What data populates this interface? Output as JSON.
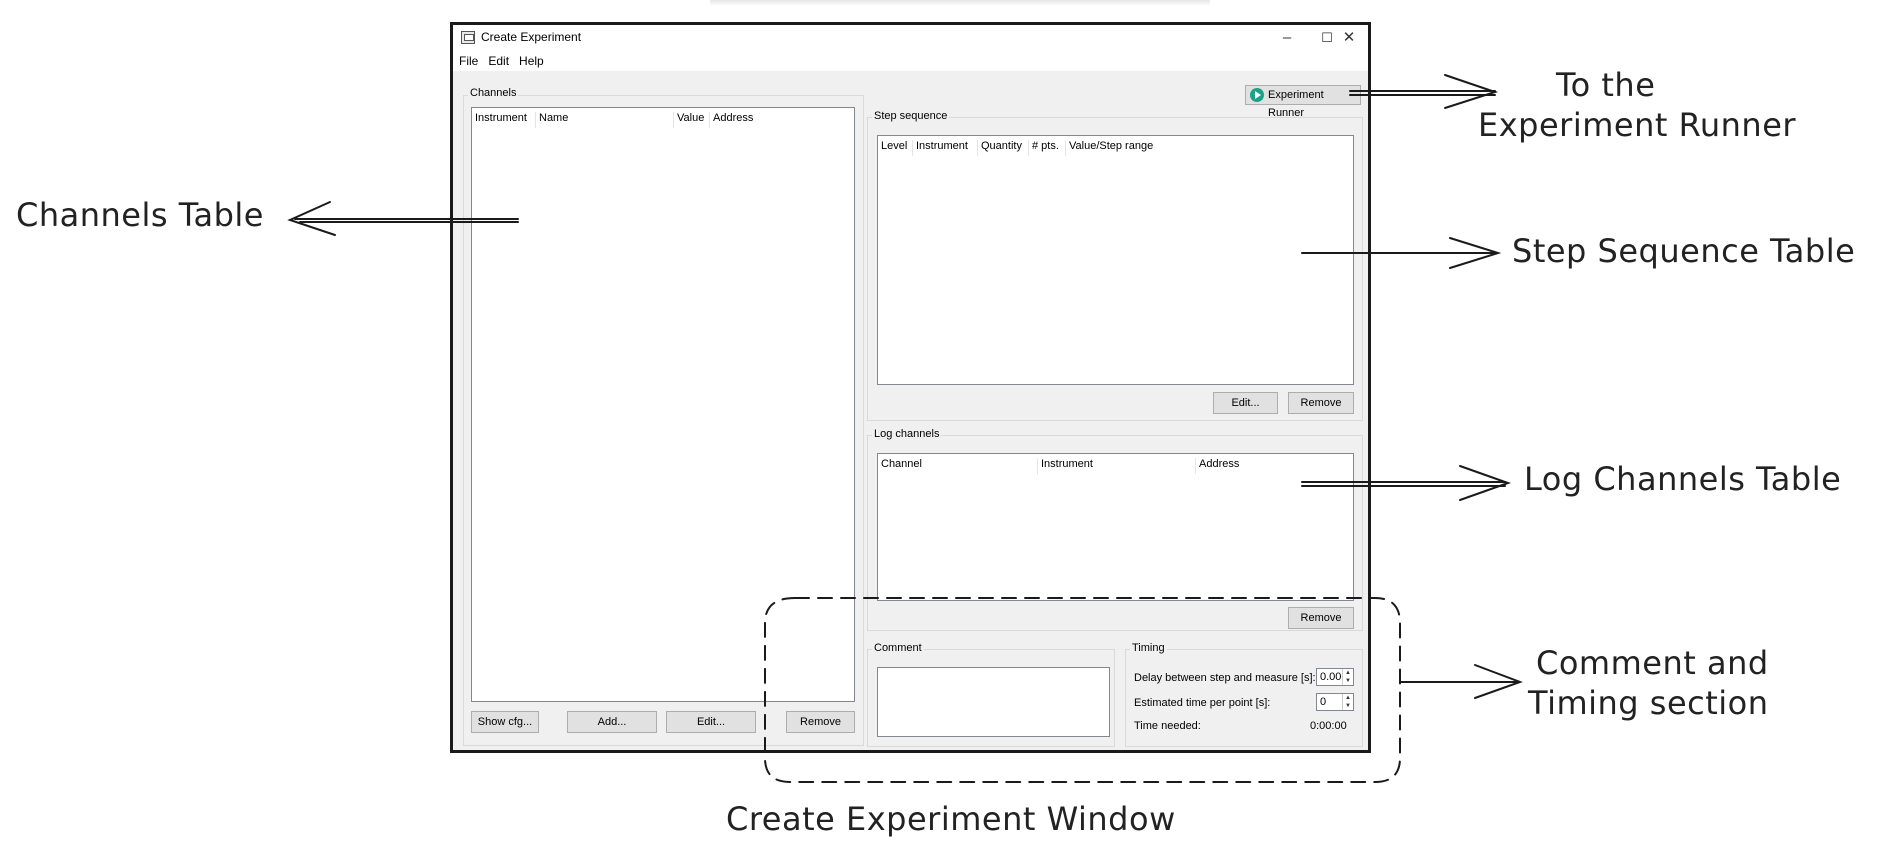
{
  "window": {
    "title": "Create Experiment",
    "controls": {
      "minimize": "–",
      "maximize": "☐",
      "close": "✕"
    }
  },
  "menu": [
    "File",
    "Edit",
    "Help"
  ],
  "experiment_runner_button": "Experiment Runner",
  "channels": {
    "label": "Channels",
    "columns": [
      "Instrument",
      "Name",
      "Value",
      "Address"
    ],
    "buttons": {
      "show_cfg": "Show cfg...",
      "add": "Add...",
      "edit": "Edit...",
      "remove": "Remove"
    }
  },
  "step_sequence": {
    "label": "Step sequence",
    "columns": [
      "Level",
      "Instrument",
      "Quantity",
      "# pts.",
      "Value/Step range"
    ],
    "buttons": {
      "edit": "Edit...",
      "remove": "Remove"
    }
  },
  "log_channels": {
    "label": "Log channels",
    "columns": [
      "Channel",
      "Instrument",
      "Address"
    ],
    "buttons": {
      "remove": "Remove"
    }
  },
  "comment": {
    "label": "Comment",
    "value": ""
  },
  "timing": {
    "label": "Timing",
    "delay_label": "Delay between step and measure [s]:",
    "delay_value": "0.00",
    "estimated_label": "Estimated time per point [s]:",
    "estimated_value": "0",
    "time_needed_label": "Time needed:",
    "time_needed_value": "0:00:00"
  },
  "annotations": {
    "runner": [
      "To the",
      "Experiment Runner"
    ],
    "channels_table": "Channels Table",
    "step_sequence_table": "Step Sequence Table",
    "log_channels_table": "Log Channels Table",
    "comment_timing": [
      "Comment and",
      "Timing section"
    ],
    "window": "Create Experiment Window"
  },
  "colors": {
    "play_icon": "#1aa38a",
    "window_border": "#1a1a1a",
    "panel_bg": "#f0f0f0"
  }
}
